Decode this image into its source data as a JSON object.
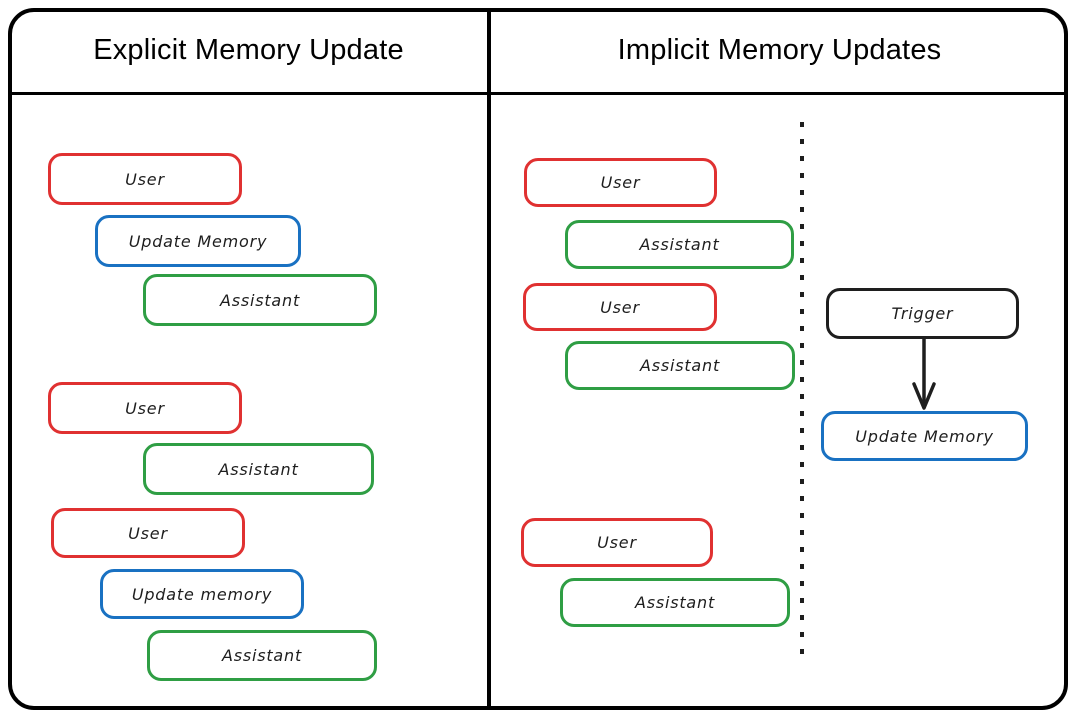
{
  "colors": {
    "red": "#e03131",
    "green": "#2f9e44",
    "blue": "#1971c2",
    "black": "#1e1e1e"
  },
  "left_panel": {
    "title": "Explicit Memory Update",
    "groups": [
      {
        "boxes": [
          {
            "label": "User",
            "role": "user",
            "color": "red"
          },
          {
            "label": "Update Memory",
            "role": "memory-update",
            "color": "blue"
          },
          {
            "label": "Assistant",
            "role": "assistant",
            "color": "green"
          }
        ]
      },
      {
        "boxes": [
          {
            "label": "User",
            "role": "user",
            "color": "red"
          },
          {
            "label": "Assistant",
            "role": "assistant",
            "color": "green"
          }
        ]
      },
      {
        "boxes": [
          {
            "label": "User",
            "role": "user",
            "color": "red"
          },
          {
            "label": "Update memory",
            "role": "memory-update",
            "color": "blue"
          },
          {
            "label": "Assistant",
            "role": "assistant",
            "color": "green"
          }
        ]
      }
    ]
  },
  "right_panel": {
    "title": "Implicit Memory Updates",
    "conversation": [
      {
        "label": "User",
        "role": "user",
        "color": "red"
      },
      {
        "label": "Assistant",
        "role": "assistant",
        "color": "green"
      },
      {
        "label": "User",
        "role": "user",
        "color": "red"
      },
      {
        "label": "Assistant",
        "role": "assistant",
        "color": "green"
      },
      {
        "label": "User",
        "role": "user",
        "color": "red"
      },
      {
        "label": "Assistant",
        "role": "assistant",
        "color": "green"
      }
    ],
    "flow": {
      "trigger_label": "Trigger",
      "update_label": "Update Memory"
    }
  }
}
